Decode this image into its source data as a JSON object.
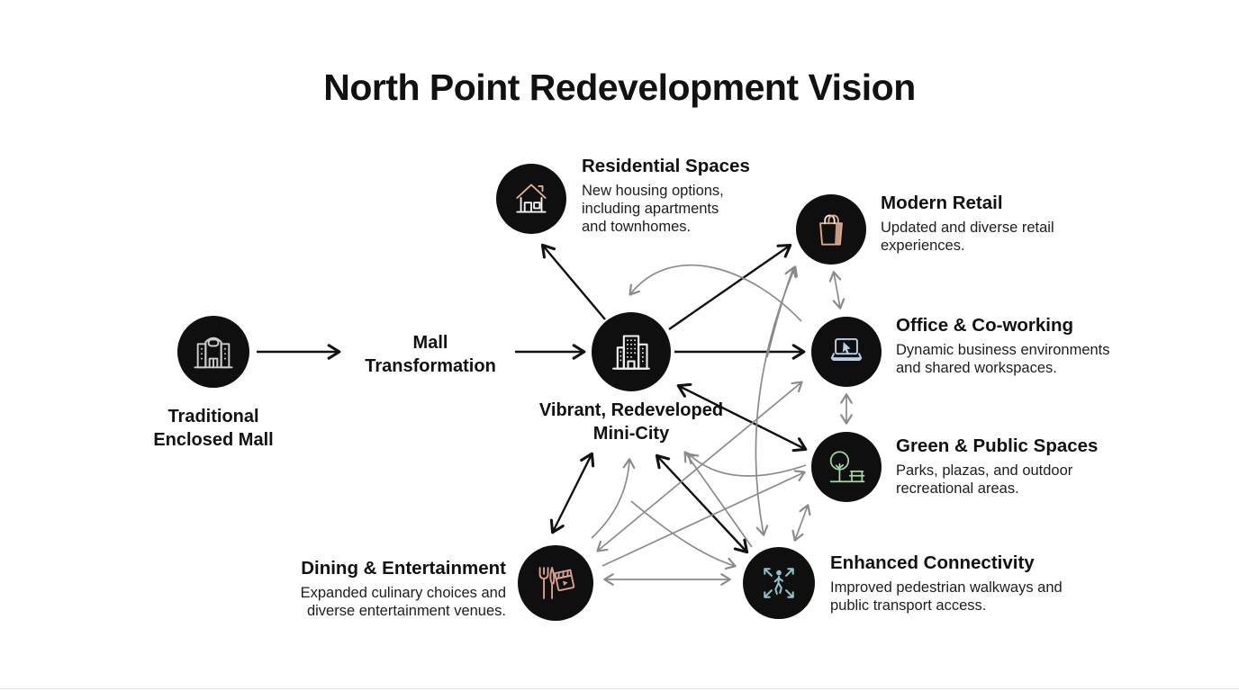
{
  "title": "North Point Redevelopment Vision",
  "colors": {
    "background": "#ffffff",
    "node_fill": "#0f0f0f",
    "arrow_primary": "#111111",
    "arrow_secondary": "#8a8a8a",
    "text": "#1a1a1a"
  },
  "source_node": {
    "label": "Traditional\nEnclosed Mall",
    "icon": "mall-building-icon",
    "icon_color": "#cdcdcd"
  },
  "transition": {
    "label": "Mall\nTransformation"
  },
  "hub_node": {
    "label": "Vibrant, Redeveloped\nMini-City",
    "icon": "city-buildings-icon",
    "icon_color": "#f2f2f2"
  },
  "satellite_nodes": [
    {
      "id": "residential",
      "title": "Residential Spaces",
      "description": "New housing options,\nincluding apartments\nand townhomes.",
      "icon": "house-icon",
      "icon_color": "#e0b394"
    },
    {
      "id": "retail",
      "title": "Modern Retail",
      "description": "Updated and diverse retail\nexperiences.",
      "icon": "shopping-bag-icon",
      "icon_color": "#d9ab8c"
    },
    {
      "id": "office",
      "title": "Office & Co-working",
      "description": "Dynamic business environments\nand shared workspaces.",
      "icon": "laptop-cursor-icon",
      "icon_color": "#b9d0e2"
    },
    {
      "id": "green",
      "title": "Green & Public Spaces",
      "description": "Parks, plazas, and outdoor\nrecreational areas.",
      "icon": "tree-bench-icon",
      "icon_color": "#a5d6a7"
    },
    {
      "id": "connectivity",
      "title": "Enhanced Connectivity",
      "description": "Improved pedestrian walkways and\npublic transport access.",
      "icon": "pedestrian-expand-icon",
      "icon_color": "#8fc3cc"
    },
    {
      "id": "dining",
      "title": "Dining & Entertainment",
      "description": "Expanded culinary choices and\ndiverse entertainment venues.",
      "icon": "fork-knife-clapperboard-icon",
      "icon_color": "#d99e91"
    }
  ]
}
